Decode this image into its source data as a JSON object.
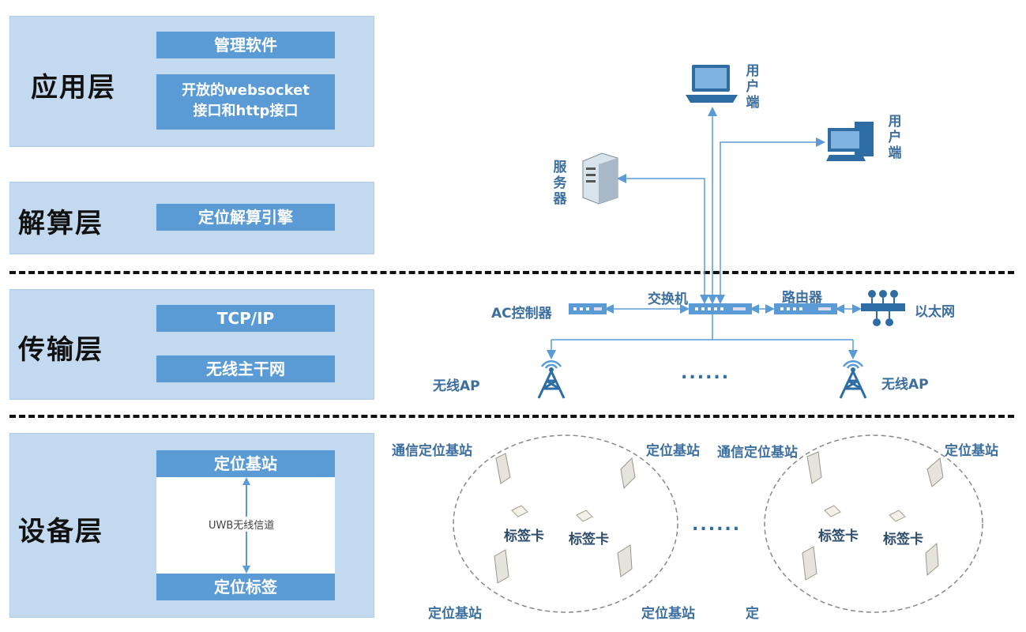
{
  "layers": {
    "application": {
      "title": "应用层",
      "items": [
        "管理软件",
        "开放的websocket",
        "接口和http接口"
      ]
    },
    "solver": {
      "title": "解算层",
      "items": [
        "定位解算引擎"
      ]
    },
    "transport": {
      "title": "传输层",
      "items": [
        "TCP/IP",
        "无线主干网"
      ]
    },
    "device": {
      "title": "设备层",
      "top": "定位基站",
      "middle": "UWB无线信道",
      "bottom": "定位标签"
    }
  },
  "network": {
    "user1": [
      "用",
      "户",
      "端"
    ],
    "user2": [
      "用",
      "户",
      "端"
    ],
    "server": [
      "服",
      "务",
      "器"
    ],
    "switch": "交换机",
    "router": "路由器",
    "ac": "AC控制器",
    "ethernet": "以太网",
    "ap_left": "无线AP",
    "ap_right": "无线AP",
    "ellipsis_ap": "......"
  },
  "devices": {
    "comm_station_1": "通信定位基站",
    "station_tr1": "定位基站",
    "comm_station_2": "通信定位基站",
    "station_tr2": "定位基站",
    "tag_1": "标签卡",
    "tag_2": "标签卡",
    "tag_3": "标签卡",
    "tag_4": "标签卡",
    "station_bl1": "定位基站",
    "station_br1": "定位基站",
    "station_bl2": "定",
    "ellipsis_mid": "......"
  },
  "colors": {
    "panel": "#c3d9ef",
    "bar": "#5b9bd5",
    "line": "#5b9bd5",
    "label": "#3c6e9e"
  }
}
